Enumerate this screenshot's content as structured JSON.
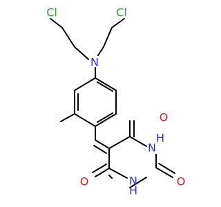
{
  "molecule": {
    "atoms": {
      "cl1": {
        "label": "Cl",
        "color": "#33a532"
      },
      "cl2": {
        "label": "Cl",
        "color": "#33a532"
      },
      "n_amine": {
        "label": "N",
        "color": "#2b32d6"
      },
      "o1": {
        "label": "O",
        "color": "#e8191d"
      },
      "o2": {
        "label": "O",
        "color": "#e8191d"
      },
      "o3": {
        "label": "O",
        "color": "#e8191d"
      },
      "nh1": {
        "label": "H",
        "prefix": "N",
        "color": "#2b32d6"
      },
      "nh2": {
        "label": "H",
        "prefix": "N",
        "color": "#2b32d6"
      }
    }
  }
}
